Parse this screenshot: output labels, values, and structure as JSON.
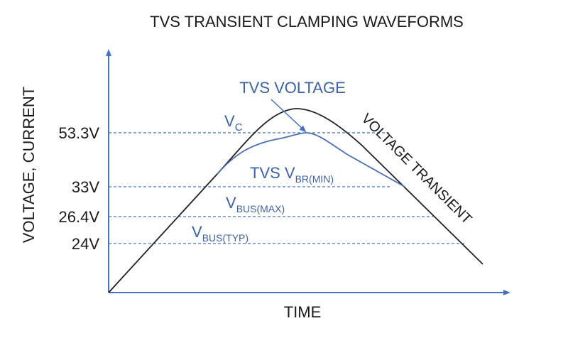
{
  "title": "TVS TRANSIENT CLAMPING WAVEFORMS",
  "ylabel": "VOLTAGE, CURRENT",
  "xlabel": "TIME",
  "levels": [
    {
      "value": 53.3,
      "tick": "53.3V"
    },
    {
      "value": 33,
      "tick": "33V"
    },
    {
      "value": 26.4,
      "tick": "26.4V"
    },
    {
      "value": 24,
      "tick": "24V"
    }
  ],
  "annotations": {
    "tvs_voltage": "TVS VOLTAGE",
    "voltage_transient": "VOLTAGE TRANSIENT",
    "vc": {
      "main": "V",
      "sub": "C"
    },
    "vbr": {
      "main": "TVS V",
      "sub": "BR(MIN)"
    },
    "vbus_max": {
      "main": "V",
      "sub": "BUS(MAX)"
    },
    "vbus_typ": {
      "main": "V",
      "sub": "BUS(TYP)"
    }
  },
  "colors": {
    "axis": "#4472c4",
    "dashed": "#4472c4",
    "tvs_curve": "#4a6fb5",
    "transient_curve": "#222222",
    "text_dark": "#1a1a1a",
    "text_blue": "#3d62a8"
  }
}
